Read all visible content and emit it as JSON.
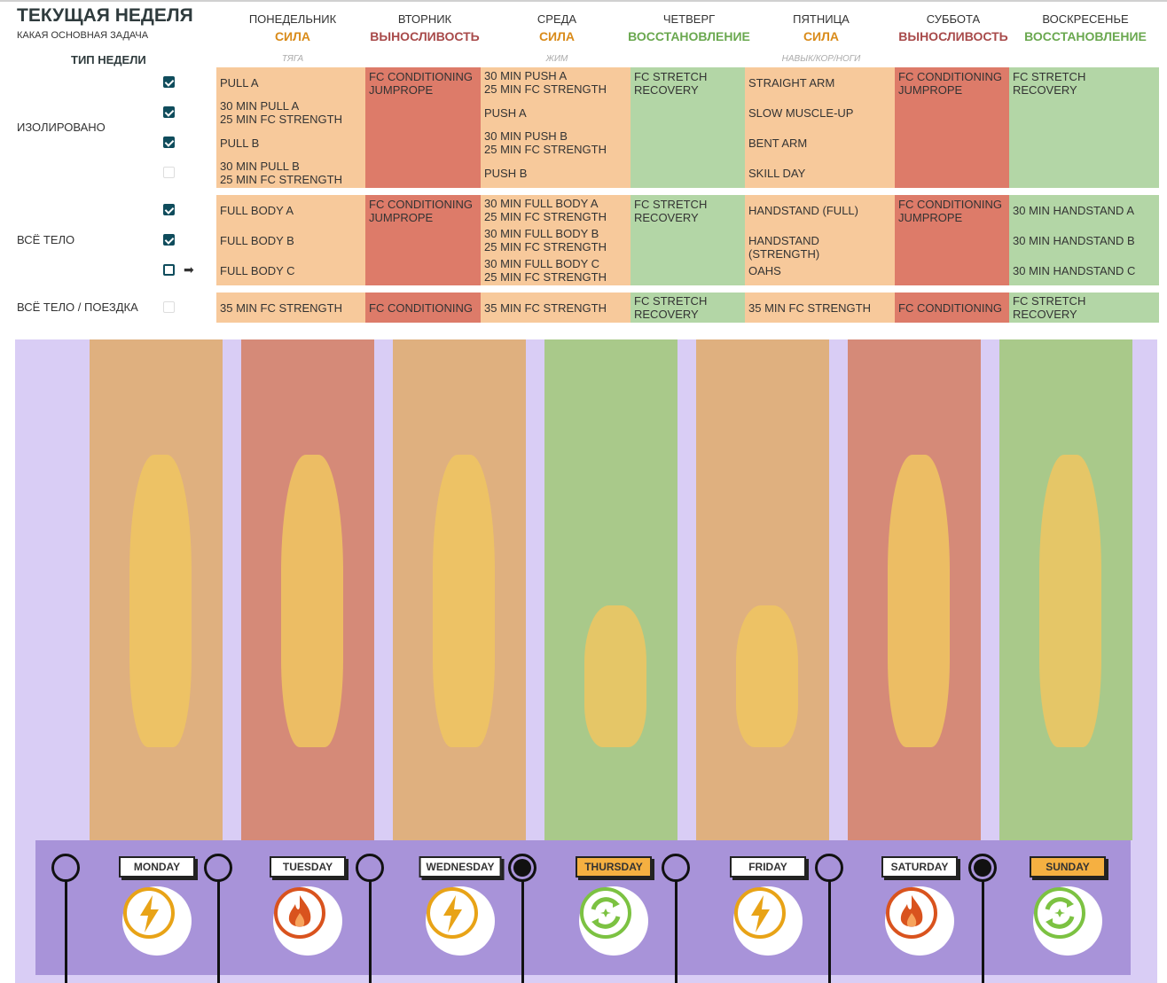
{
  "header": {
    "title": "ТЕКУЩАЯ НЕДЕЛЯ",
    "subtitle": "КАКАЯ ОСНОВНАЯ ЗАДАЧА",
    "week_type_label": "ТИП НЕДЕЛИ"
  },
  "colors": {
    "strength": "#f7c99b",
    "endurance": "#dd7b69",
    "recovery": "#b3d6a6",
    "strength_text": "#d98b1a",
    "endurance_text": "#a84a4a",
    "recovery_text": "#6aa84f"
  },
  "days": [
    {
      "name": "ПОНЕДЕЛЬНИК",
      "focus": "СИЛА",
      "type": "strength",
      "sub": "ТЯГА"
    },
    {
      "name": "ВТОРНИК",
      "focus": "ВЫНОСЛИВОСТЬ",
      "type": "endurance",
      "sub": ""
    },
    {
      "name": "СРЕДА",
      "focus": "СИЛА",
      "type": "strength",
      "sub": "ЖИМ"
    },
    {
      "name": "ЧЕТВЕРГ",
      "focus": "ВОССТАНОВЛЕНИЕ",
      "type": "recovery",
      "sub": ""
    },
    {
      "name": "ПЯТНИЦА",
      "focus": "СИЛА",
      "type": "strength",
      "sub": "НАВЫК/КОР/НОГИ"
    },
    {
      "name": "СУББОТА",
      "focus": "ВЫНОСЛИВОСТЬ",
      "type": "endurance",
      "sub": ""
    },
    {
      "name": "ВОСКРЕСЕНЬЕ",
      "focus": "ВОССТАНОВЛЕНИЕ",
      "type": "recovery",
      "sub": ""
    }
  ],
  "blocks": [
    {
      "label": "ИЗОЛИРОВАНО",
      "checks": [
        true,
        true,
        true,
        false
      ],
      "current_row": null,
      "cells": [
        [
          "PULL A",
          "30 MIN PULL A\n25 MIN FC STRENGTH",
          "PULL B",
          "30 MIN PULL B\n25 MIN FC STRENGTH"
        ],
        [
          "FC CONDITIONING\nJUMPROPE"
        ],
        [
          "30 MIN PUSH A\n25 MIN FC STRENGTH",
          "PUSH A",
          "30 MIN PUSH B\n25 MIN FC STRENGTH",
          "PUSH B"
        ],
        [
          "FC STRETCH\nRECOVERY"
        ],
        [
          "STRAIGHT ARM",
          "SLOW MUSCLE-UP",
          "BENT ARM",
          "SKILL DAY"
        ],
        [
          "FC CONDITIONING\nJUMPROPE"
        ],
        [
          "FC STRETCH\nRECOVERY"
        ]
      ]
    },
    {
      "label": "ВСЁ ТЕЛО",
      "checks": [
        true,
        true,
        false
      ],
      "current_row": 2,
      "cells": [
        [
          "FULL BODY A",
          "FULL BODY B",
          "FULL BODY C"
        ],
        [
          "FC CONDITIONING\nJUMPROPE"
        ],
        [
          "30 MIN FULL BODY A\n25 MIN FC STRENGTH",
          "30 MIN FULL BODY B\n25 MIN FC STRENGTH",
          "30 MIN FULL BODY C\n25 MIN FC STRENGTH"
        ],
        [
          "FC STRETCH\nRECOVERY"
        ],
        [
          "HANDSTAND (FULL)",
          "HANDSTAND (STRENGTH)",
          "OAHS"
        ],
        [
          "FC CONDITIONING\nJUMPROPE"
        ],
        [
          "30 MIN HANDSTAND A",
          "30 MIN HANDSTAND B",
          "30 MIN HANDSTAND C"
        ]
      ]
    },
    {
      "label": "ВСЁ ТЕЛО / ПОЕЗДКА",
      "checks": [
        false
      ],
      "current_row": null,
      "cells": [
        [
          "35 MIN FC STRENGTH"
        ],
        [
          "FC CONDITIONING"
        ],
        [
          "35 MIN FC STRENGTH"
        ],
        [
          "FC STRETCH\nRECOVERY"
        ],
        [
          "35 MIN FC STRENGTH"
        ],
        [
          "FC CONDITIONING"
        ],
        [
          "FC STRETCH\nRECOVERY"
        ]
      ]
    }
  ],
  "timeline": [
    {
      "label": "MONDAY",
      "icon": "bolt",
      "active": false
    },
    {
      "label": "TUESDAY",
      "icon": "fire",
      "active": false
    },
    {
      "label": "WEDNESDAY",
      "icon": "bolt",
      "active": false
    },
    {
      "label": "THURSDAY",
      "icon": "recycle",
      "active": true
    },
    {
      "label": "FRIDAY",
      "icon": "bolt",
      "active": false
    },
    {
      "label": "SATURDAY",
      "icon": "fire",
      "active": false
    },
    {
      "label": "SUNDAY",
      "icon": "recycle",
      "active": true
    }
  ]
}
